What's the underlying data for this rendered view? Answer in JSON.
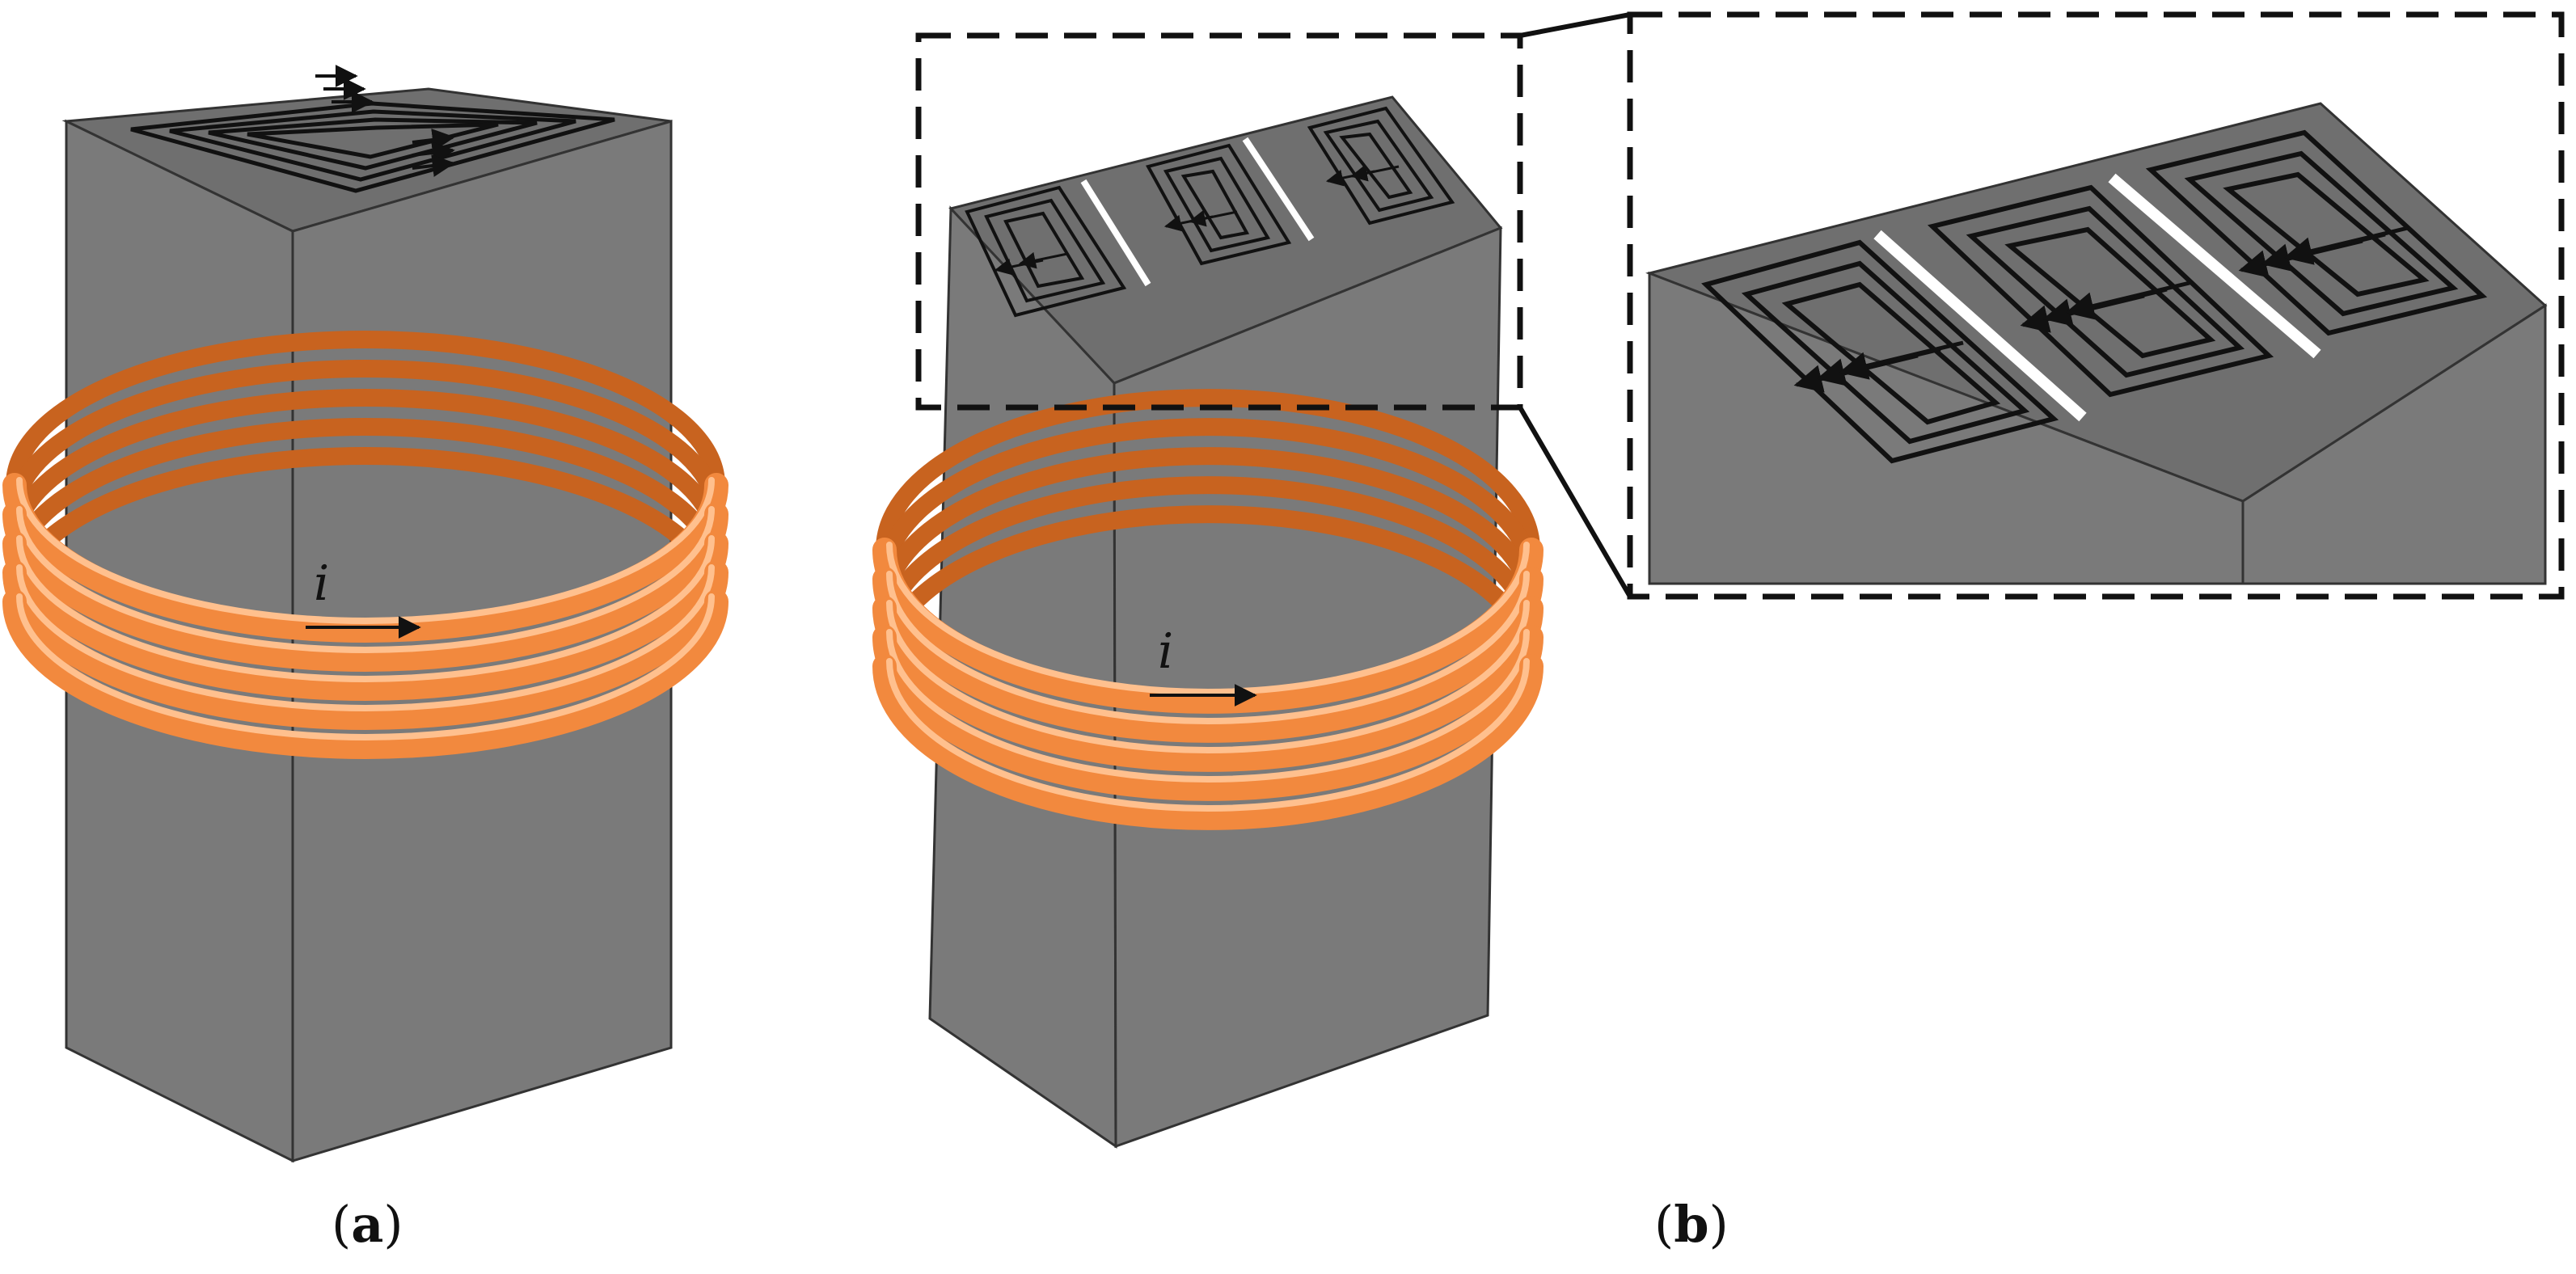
{
  "panels": [
    {
      "id": "a",
      "letter": "a",
      "current_symbol": "i"
    },
    {
      "id": "b",
      "letter": "b",
      "current_symbol": "i"
    }
  ],
  "colors": {
    "block_top": "#6f6f6f",
    "block_front": "#7a7a7a",
    "block_side": "#5e5e5e",
    "coil": "#f2893e",
    "coil_highlight": "#ffc08e",
    "coil_dark": "#c8631f",
    "trace": "#111111",
    "slit": "#ffffff"
  },
  "coil_turns": 5
}
